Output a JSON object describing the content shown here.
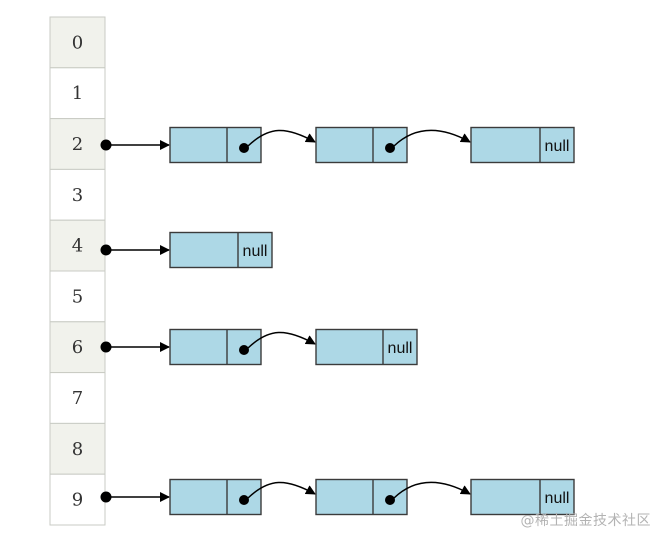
{
  "colors": {
    "even_cell": "#f1f2ec",
    "odd_cell": "#ffffff",
    "cell_border": "#c9cbc4",
    "node_fill": "#add8e6",
    "node_border": "#3b3b3b",
    "arrow": "#000000"
  },
  "table": {
    "indices": [
      "0",
      "1",
      "2",
      "3",
      "4",
      "5",
      "6",
      "7",
      "8",
      "9"
    ]
  },
  "chains": [
    {
      "index": 2,
      "nodes": 3
    },
    {
      "index": 4,
      "nodes": 1
    },
    {
      "index": 6,
      "nodes": 2
    },
    {
      "index": 9,
      "nodes": 3
    }
  ],
  "null_label": "null",
  "watermark": "@稀土掘金技术社区"
}
